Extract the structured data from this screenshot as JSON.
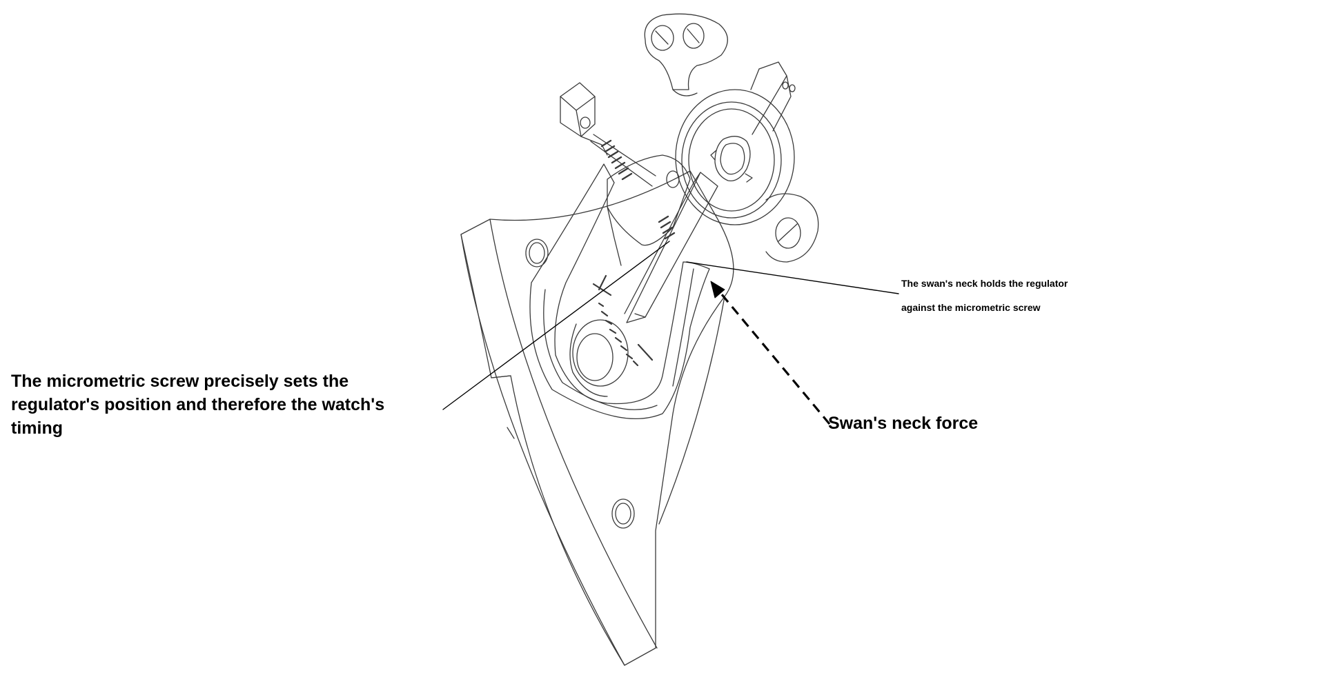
{
  "annotations": {
    "micrometric_screw": "The micrometric screw precisely sets the regulator's position and therefore the watch's timing",
    "swans_neck_holds_line1": "The swan's neck holds the regulator",
    "swans_neck_holds_line2": "against the micrometric screw",
    "swans_neck_force": "Swan's neck force"
  },
  "colors": {
    "background": "#ffffff",
    "line": "#3a3a3a",
    "text": "#000000"
  }
}
